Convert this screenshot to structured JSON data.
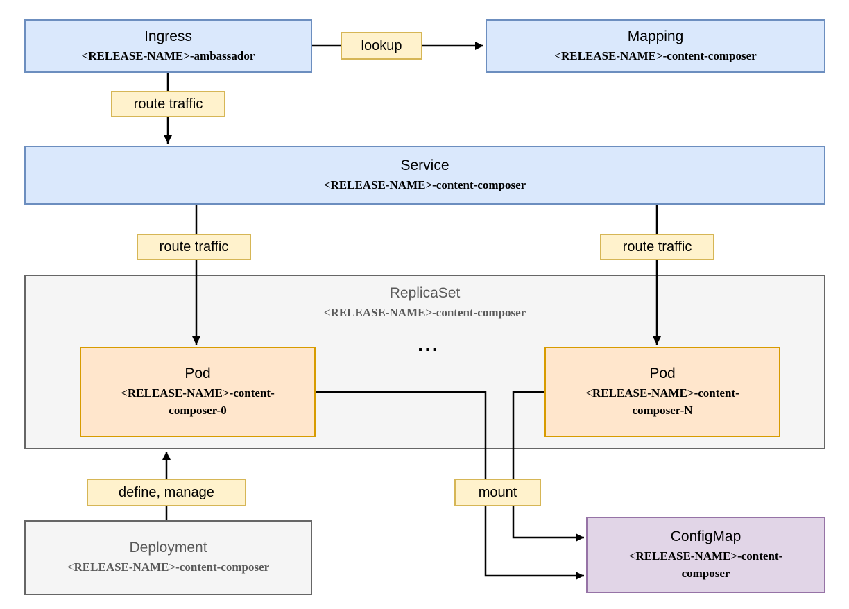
{
  "diagram": {
    "nodes": {
      "ingress": {
        "title": "Ingress",
        "subtitle": "<RELEASE-NAME>-ambassador"
      },
      "mapping": {
        "title": "Mapping",
        "subtitle": "<RELEASE-NAME>-content-composer"
      },
      "service": {
        "title": "Service",
        "subtitle": "<RELEASE-NAME>-content-composer"
      },
      "replicaset": {
        "title": "ReplicaSet",
        "subtitle": "<RELEASE-NAME>-content-composer"
      },
      "pod_left": {
        "title": "Pod",
        "subtitle_line1": "<RELEASE-NAME>-content-",
        "subtitle_line2": "composer-0"
      },
      "pod_right": {
        "title": "Pod",
        "subtitle_line1": "<RELEASE-NAME>-content-",
        "subtitle_line2": "composer-N"
      },
      "deployment": {
        "title": "Deployment",
        "subtitle": "<RELEASE-NAME>-content-composer"
      },
      "configmap": {
        "title": "ConfigMap",
        "subtitle_line1": "<RELEASE-NAME>-content-",
        "subtitle_line2": "composer"
      }
    },
    "edge_labels": {
      "lookup": "lookup",
      "route_traffic_top": "route traffic",
      "route_traffic_left": "route traffic",
      "route_traffic_right": "route traffic",
      "define_manage": "define, manage",
      "mount": "mount"
    },
    "ellipsis": "...",
    "colors": {
      "node_blue_fill": "#dae8fc",
      "node_blue_border": "#6c8ebf",
      "node_orange_fill": "#ffe6cc",
      "node_orange_border": "#d79b00",
      "node_gray_fill": "#f5f5f5",
      "node_gray_border": "#666666",
      "node_purple_fill": "#e1d5e7",
      "node_purple_border": "#9673a6",
      "edge_label_fill": "#fff2cc",
      "edge_label_border": "#d6b656",
      "arrow_color": "#000000",
      "gray_text": "#595959"
    }
  }
}
